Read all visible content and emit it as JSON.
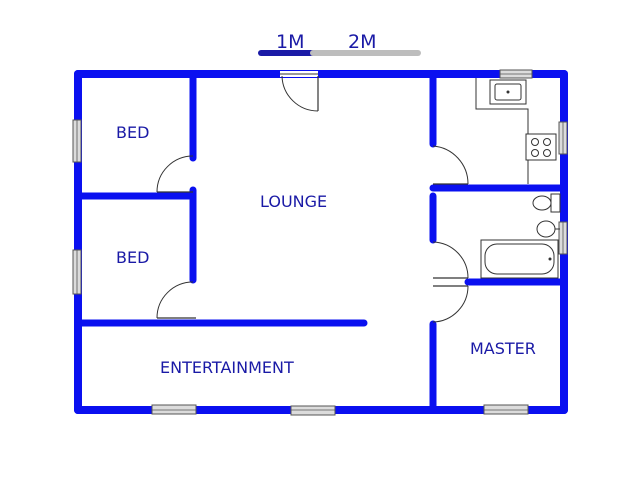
{
  "colors": {
    "wall": "#0a10f0",
    "label": "#1a1aa6",
    "scale_dark": "#1a1aa6",
    "scale_light": "#bdbdbd"
  },
  "scale_bar": {
    "label_1": "1M",
    "label_2": "2M"
  },
  "rooms": {
    "bed_top": "BED",
    "bed_bottom": "BED",
    "lounge": "LOUNGE",
    "entertainment": "ENTERTAINMENT",
    "master": "MASTER"
  },
  "icons": [
    "sink-icon",
    "stove-icon",
    "toilet-icon",
    "bathtub-icon",
    "basin-icon",
    "window-icon",
    "door-icon"
  ]
}
